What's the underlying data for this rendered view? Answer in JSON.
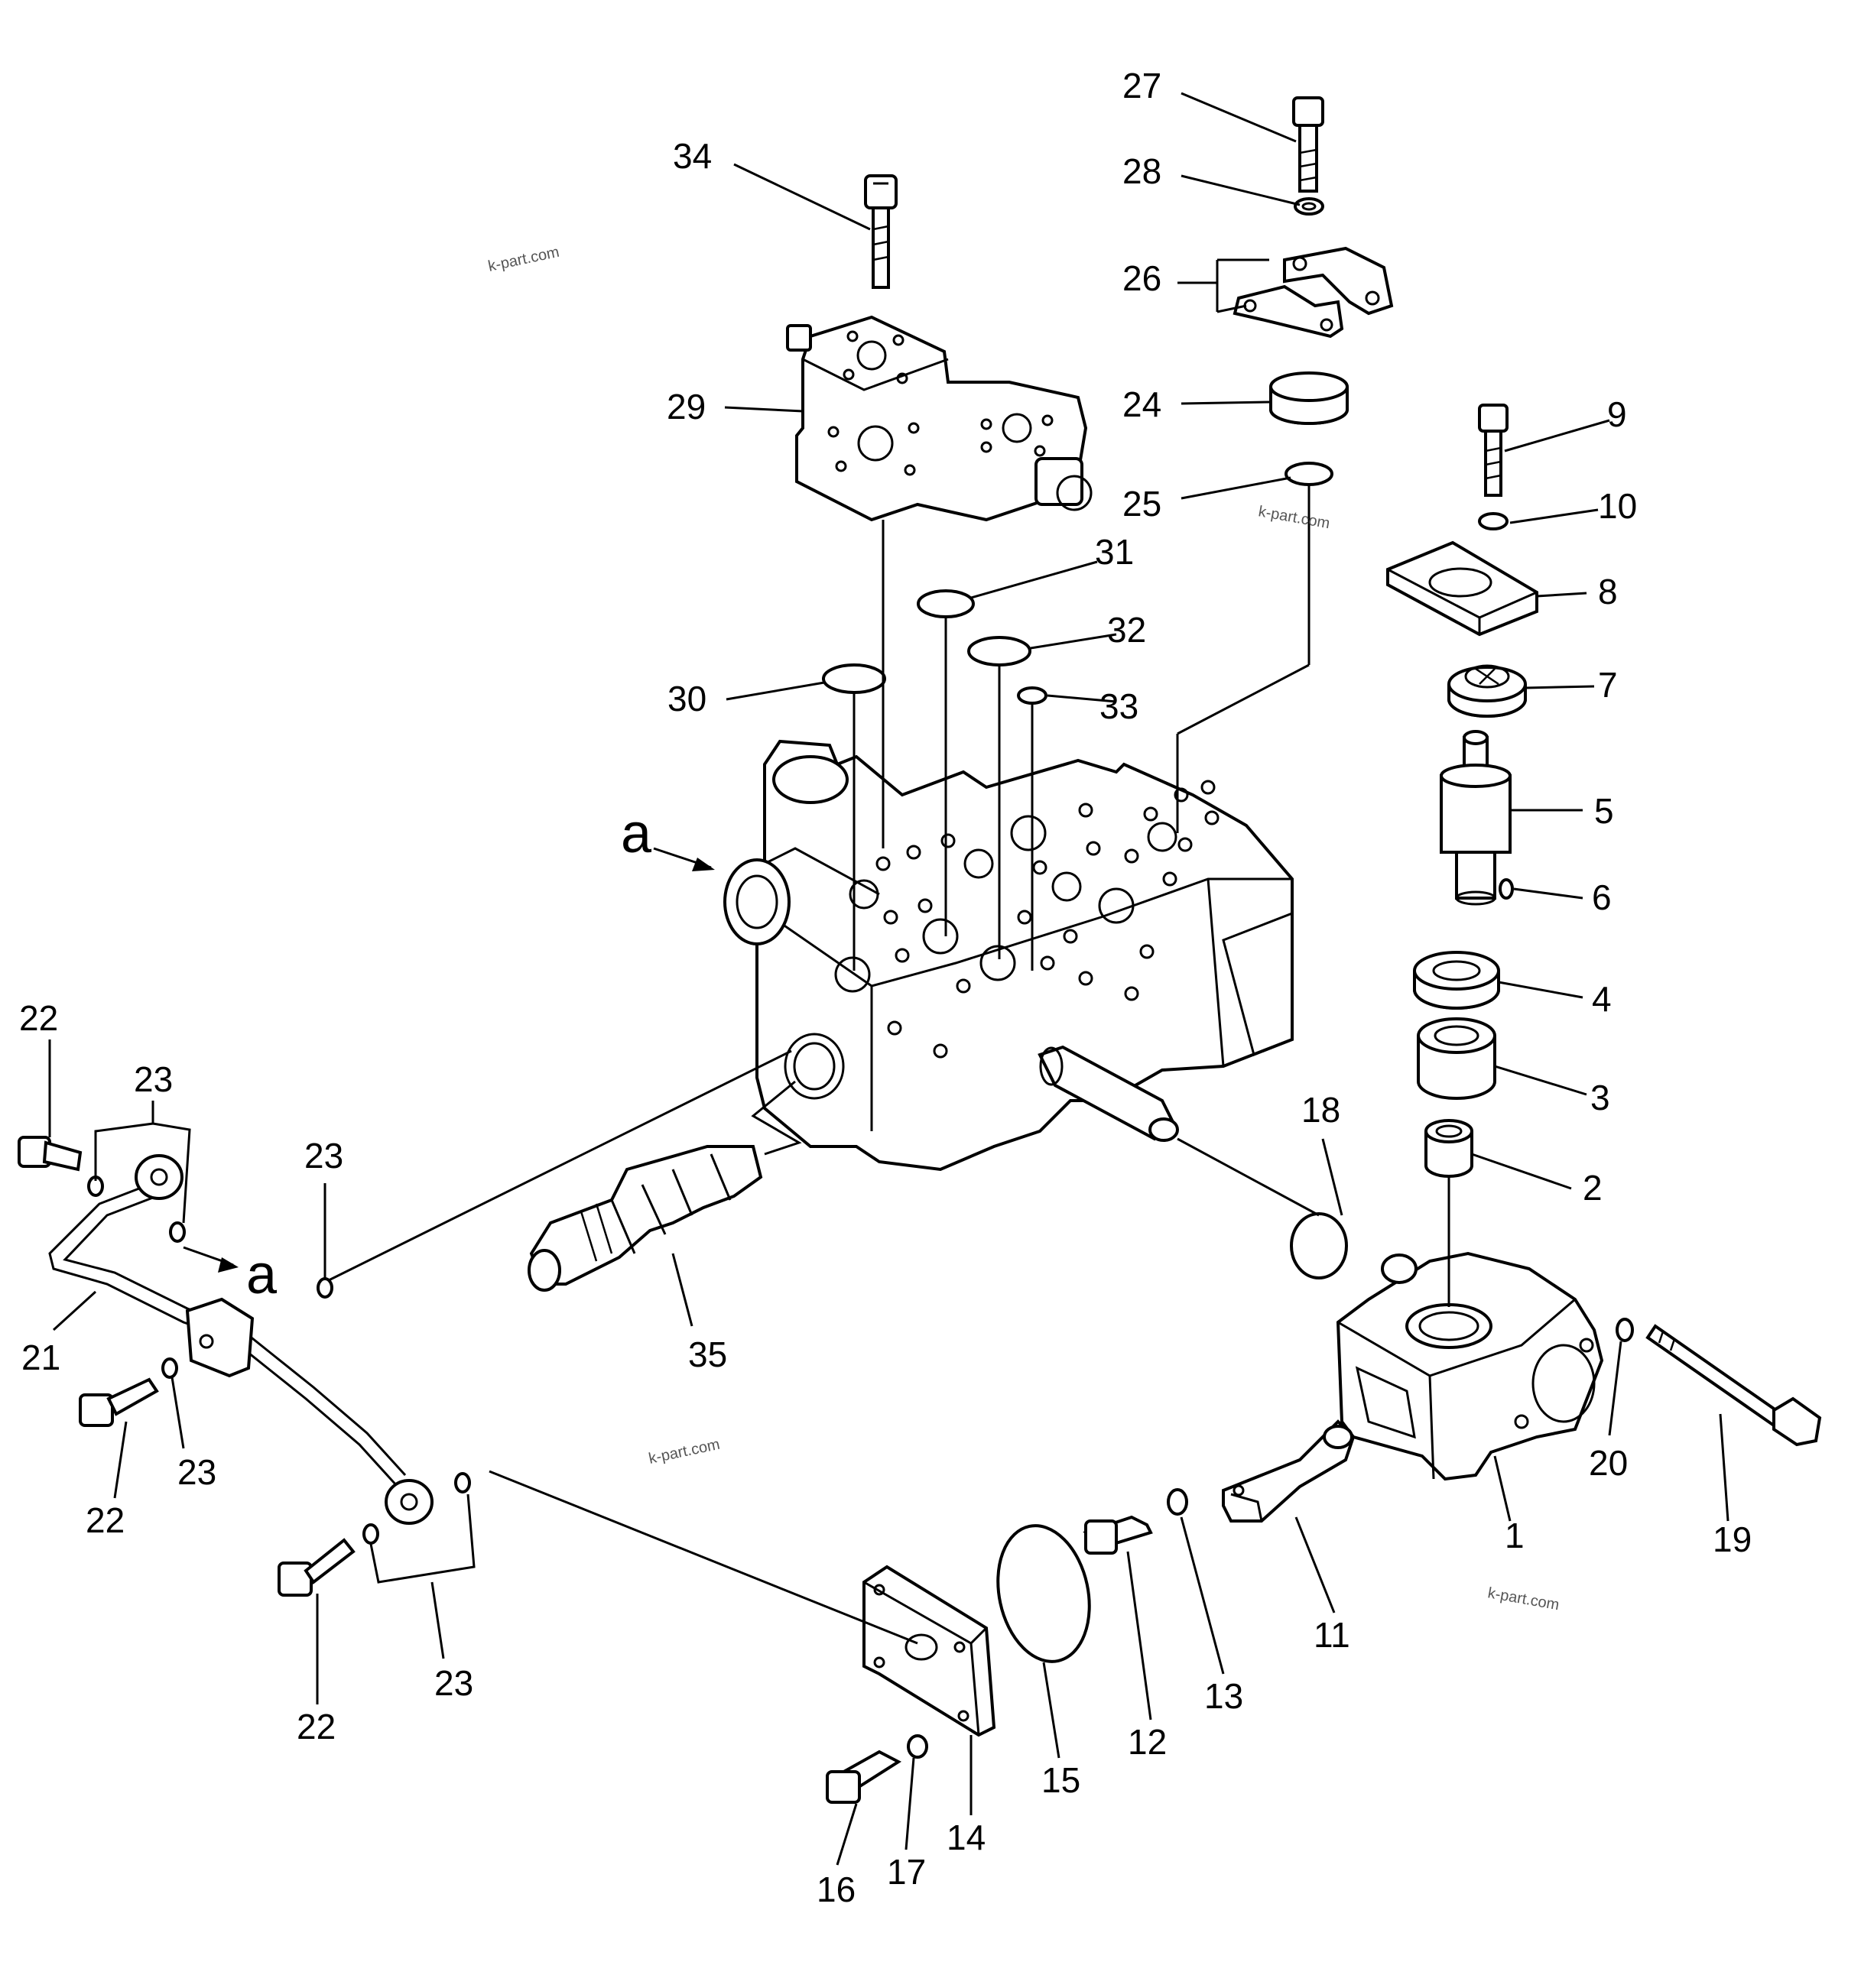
{
  "diagram": {
    "callouts": [
      {
        "id": "c34",
        "text": "34"
      },
      {
        "id": "c27",
        "text": "27"
      },
      {
        "id": "c28",
        "text": "28"
      },
      {
        "id": "c26",
        "text": "26"
      },
      {
        "id": "c24",
        "text": "24"
      },
      {
        "id": "c25",
        "text": "25"
      },
      {
        "id": "c29",
        "text": "29"
      },
      {
        "id": "c9",
        "text": "9"
      },
      {
        "id": "c10",
        "text": "10"
      },
      {
        "id": "c8",
        "text": "8"
      },
      {
        "id": "c31",
        "text": "31"
      },
      {
        "id": "c32",
        "text": "32"
      },
      {
        "id": "c30",
        "text": "30"
      },
      {
        "id": "c33",
        "text": "33"
      },
      {
        "id": "c7",
        "text": "7"
      },
      {
        "id": "c5",
        "text": "5"
      },
      {
        "id": "c6",
        "text": "6"
      },
      {
        "id": "c4",
        "text": "4"
      },
      {
        "id": "c3",
        "text": "3"
      },
      {
        "id": "c2",
        "text": "2"
      },
      {
        "id": "c18",
        "text": "18"
      },
      {
        "id": "c22a",
        "text": "22"
      },
      {
        "id": "c23a",
        "text": "23"
      },
      {
        "id": "c23b",
        "text": "23"
      },
      {
        "id": "c21",
        "text": "21"
      },
      {
        "id": "c23c",
        "text": "23"
      },
      {
        "id": "c22b",
        "text": "22"
      },
      {
        "id": "c35",
        "text": "35"
      },
      {
        "id": "c20",
        "text": "20"
      },
      {
        "id": "c19",
        "text": "19"
      },
      {
        "id": "c1",
        "text": "1"
      },
      {
        "id": "c11",
        "text": "11"
      },
      {
        "id": "c13",
        "text": "13"
      },
      {
        "id": "c12",
        "text": "12"
      },
      {
        "id": "c15",
        "text": "15"
      },
      {
        "id": "c14",
        "text": "14"
      },
      {
        "id": "c17",
        "text": "17"
      },
      {
        "id": "c16",
        "text": "16"
      },
      {
        "id": "c22c",
        "text": "22"
      },
      {
        "id": "c23d",
        "text": "23"
      }
    ],
    "view_markers": [
      {
        "id": "va1",
        "text": "a"
      },
      {
        "id": "va2",
        "text": "a"
      }
    ],
    "watermarks": [
      {
        "id": "w1",
        "text": "k-part.com"
      },
      {
        "id": "w2",
        "text": "k-part.com"
      },
      {
        "id": "w3",
        "text": "k-part.com"
      },
      {
        "id": "w4",
        "text": "k-part.com"
      }
    ]
  }
}
